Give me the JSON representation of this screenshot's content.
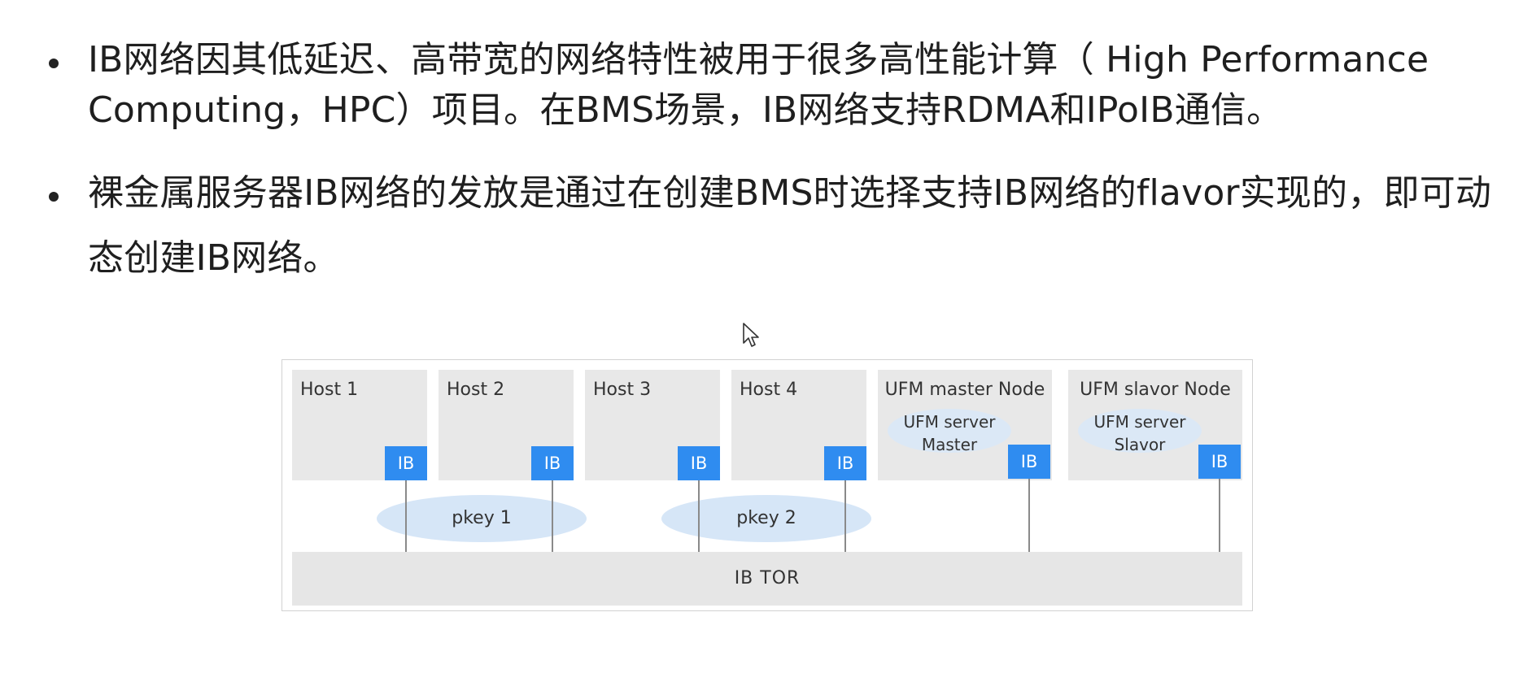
{
  "bullets": [
    {
      "lines": [
        "IB网络因其低延迟、高带宽的网络特性被用于很多高性能计算（ High  Performance",
        "Computing，HPC）项目。在BMS场景，IB网络支持RDMA和IPoIB通信。"
      ]
    },
    {
      "lines": [
        "裸金属服务器IB网络的发放是通过在创建BMS时选择支持IB网络的flavor实现的，即可动",
        "态创建IB网络。"
      ]
    }
  ],
  "diagram": {
    "hosts": [
      {
        "label": "Host 1",
        "ib": "IB"
      },
      {
        "label": "Host 2",
        "ib": "IB"
      },
      {
        "label": "Host 3",
        "ib": "IB"
      },
      {
        "label": "Host 4",
        "ib": "IB"
      }
    ],
    "ufm_nodes": [
      {
        "label": "UFM master Node",
        "server_line1": "UFM server",
        "server_line2": "Master",
        "ib": "IB"
      },
      {
        "label": "UFM slavor Node",
        "server_line1": "UFM server",
        "server_line2": "Slavor",
        "ib": "IB"
      }
    ],
    "pkeys": [
      "pkey 1",
      "pkey 2"
    ],
    "tor": "IB TOR"
  },
  "colors": {
    "ib_box": "#2f8cf0",
    "node_bg": "#e8e8e8",
    "oval": "#d6e6f7",
    "tor_bg": "#e6e6e6"
  },
  "cursor_icon": "mouse-pointer-icon"
}
